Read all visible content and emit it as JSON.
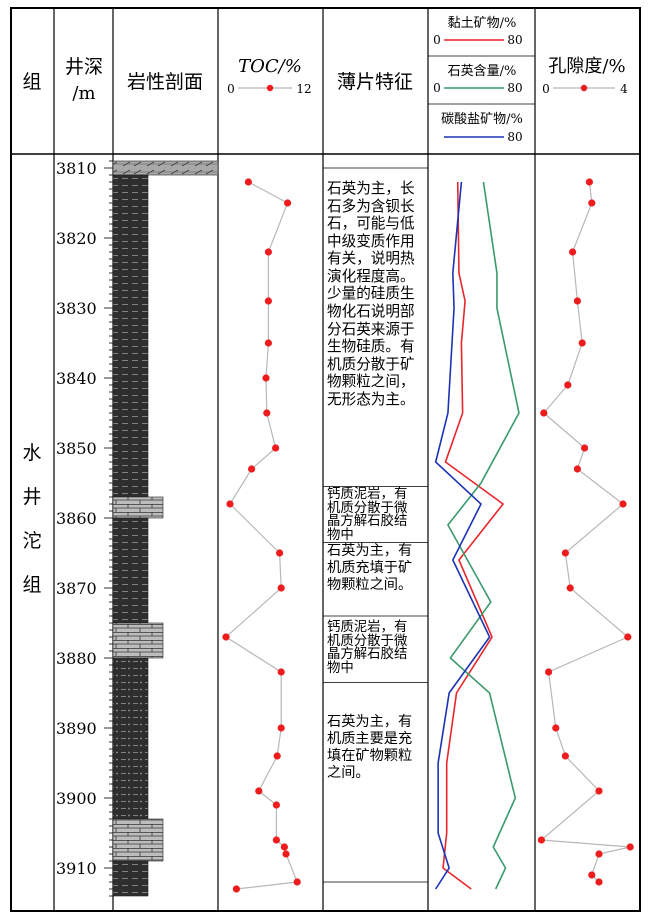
{
  "headers": {
    "group": "组",
    "depth_line1": "井深",
    "depth_line2": "/m",
    "lithology": "岩性剖面",
    "toc": "TOC/%",
    "toc_min": "0",
    "toc_max": "12",
    "thin_section": "薄片特征",
    "clay": "黏土矿物/%",
    "clay_min": "0",
    "clay_max": "80",
    "quartz": "石英含量/%",
    "quartz_min": "0",
    "quartz_max": "80",
    "carbonate": "碳酸盐矿物/%",
    "carbonate_max": "80",
    "porosity": "孔隙度/%",
    "porosity_min": "0",
    "porosity_max": "4"
  },
  "formation": [
    "水",
    "井",
    "沱",
    "组"
  ],
  "depth_ticks": [
    "3810",
    "3820",
    "3830",
    "3840",
    "3850",
    "3860",
    "3870",
    "3880",
    "3890",
    "3900",
    "3910"
  ],
  "descriptions": [
    {
      "lines": [
        "石英为主，长",
        "石多为含钡长",
        "石，可能与低",
        "中级变质作用",
        "有关，说明热",
        "演化程度高。",
        "少量的硅质生",
        "物化石说明部",
        "分石英来源于",
        "生物硅质。有",
        "机质分散于矿",
        "物颗粒之间，",
        "无形态为主。"
      ]
    },
    {
      "lines": [
        "钙质泥岩，有",
        "机质分散于微",
        "晶方解石胶结",
        "物中"
      ]
    },
    {
      "lines": [
        "石英为主，有",
        "机质充填于矿",
        "物颗粒之间。"
      ]
    },
    {
      "lines": [
        "钙质泥岩，有",
        "机质分散于微",
        "晶方解石胶结",
        "物中"
      ]
    },
    {
      "lines": [
        "石英为主，有",
        "机质主要是充",
        "填在矿物颗粒",
        "之间。"
      ]
    }
  ],
  "colors": {
    "toc_point": "#ee1c1c",
    "toc_line": "#b8b8b8",
    "clay": "#e8262b",
    "quartz": "#3a9a6c",
    "carbonate": "#1c33b5",
    "shale": "#2e2e2e",
    "limestone": "#bdbdbd"
  },
  "chart_data": {
    "type": "line",
    "y_axis": {
      "label": "井深/m",
      "range": [
        3809,
        3915
      ],
      "inverted": true
    },
    "lithology": [
      {
        "top": 3809,
        "bottom": 3811,
        "rock": "calcareous"
      },
      {
        "top": 3811,
        "bottom": 3857,
        "rock": "shale"
      },
      {
        "top": 3857,
        "bottom": 3860,
        "rock": "limestone"
      },
      {
        "top": 3860,
        "bottom": 3875,
        "rock": "shale"
      },
      {
        "top": 3875,
        "bottom": 3880,
        "rock": "limestone"
      },
      {
        "top": 3880,
        "bottom": 3903,
        "rock": "silty shale"
      },
      {
        "top": 3903,
        "bottom": 3909,
        "rock": "limestone"
      },
      {
        "top": 3909,
        "bottom": 3914,
        "rock": "shale"
      }
    ],
    "toc": {
      "xlim": [
        0,
        12
      ],
      "depth": [
        3812,
        3815,
        3822,
        3829,
        3835,
        3840,
        3845,
        3850,
        3853,
        3858,
        3865,
        3870,
        3877,
        3882,
        3890,
        3894,
        3899,
        3901,
        3906,
        3907,
        3908,
        3912,
        3913
      ],
      "value": [
        3.3,
        8.2,
        5.8,
        5.8,
        5.8,
        5.5,
        5.6,
        6.7,
        3.7,
        1.0,
        7.2,
        7.4,
        0.5,
        7.4,
        7.4,
        6.9,
        4.6,
        6.8,
        6.8,
        7.8,
        8.0,
        9.4,
        1.8
      ]
    },
    "minerals": {
      "xlim": [
        0,
        80
      ],
      "series": [
        {
          "name": "黏土矿物",
          "depth": [
            3812,
            3825,
            3829,
            3835,
            3845,
            3852,
            3858,
            3866,
            3877,
            3885,
            3895,
            3905,
            3910,
            3913
          ],
          "values": [
            21,
            22,
            27,
            24,
            25,
            11,
            58,
            22,
            49,
            20,
            12,
            12,
            9,
            32
          ]
        },
        {
          "name": "石英含量",
          "depth": [
            3812,
            3825,
            3830,
            3845,
            3855,
            3861,
            3872,
            3880,
            3885,
            3900,
            3907,
            3910,
            3913
          ],
          "values": [
            42,
            53,
            53,
            71,
            40,
            13,
            48,
            15,
            47,
            68,
            50,
            60,
            52
          ]
        },
        {
          "name": "碳酸盐矿物",
          "depth": [
            3812,
            3825,
            3830,
            3845,
            3852,
            3858,
            3866,
            3877,
            3885,
            3895,
            3905,
            3910,
            3913
          ],
          "values": [
            24,
            17,
            18,
            13,
            3,
            40,
            17,
            47,
            14,
            5,
            5,
            14,
            3
          ]
        }
      ]
    },
    "porosity": {
      "xlim": [
        0,
        4
      ],
      "depth": [
        3812,
        3815,
        3822,
        3829,
        3835,
        3841,
        3845,
        3850,
        3853,
        3858,
        3865,
        3870,
        3877,
        3882,
        3890,
        3894,
        3899,
        3906,
        3907,
        3908,
        3911,
        3912
      ],
      "value": [
        2.1,
        2.2,
        1.4,
        1.6,
        1.8,
        1.2,
        0.2,
        1.9,
        1.6,
        3.5,
        1.1,
        1.3,
        3.7,
        0.4,
        0.7,
        1.1,
        2.5,
        0.1,
        3.8,
        2.5,
        2.2,
        2.5
      ]
    }
  }
}
